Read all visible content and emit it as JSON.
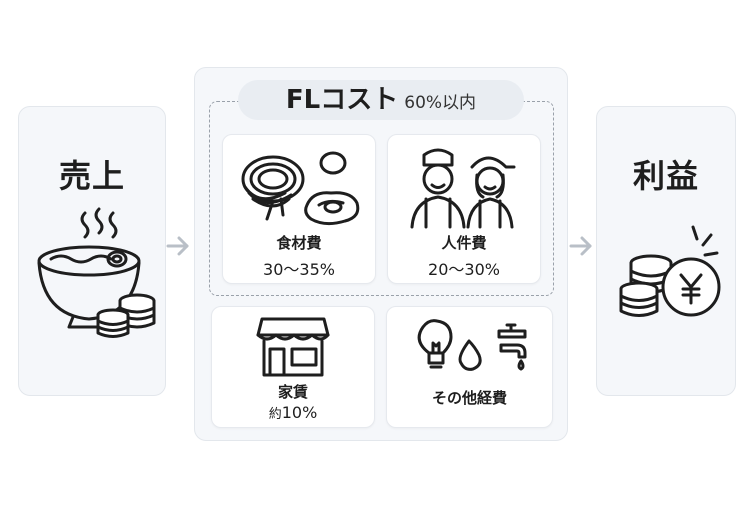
{
  "sales": {
    "title": "売上",
    "icon": "ramen-bowl-with-coins-icon"
  },
  "fl_cost": {
    "name": "FLコスト",
    "limit": "60%以内"
  },
  "food_cost": {
    "title": "食材費",
    "value": "30〜35%",
    "icon": "noodles-and-meat-icon"
  },
  "labor_cost": {
    "title": "人件費",
    "value": "20〜30%",
    "icon": "workers-icon"
  },
  "rent": {
    "title": "家賃",
    "value_prefix": "約",
    "value": "10%",
    "icon": "storefront-icon"
  },
  "other_costs": {
    "title": "その他経費",
    "icon": "utilities-icon"
  },
  "profit": {
    "title": "利益",
    "icon": "coins-with-yen-icon"
  },
  "colors": {
    "panel": "#f5f7fa",
    "arrow": "#b9bfc7",
    "dash": "#9aa1aa"
  }
}
